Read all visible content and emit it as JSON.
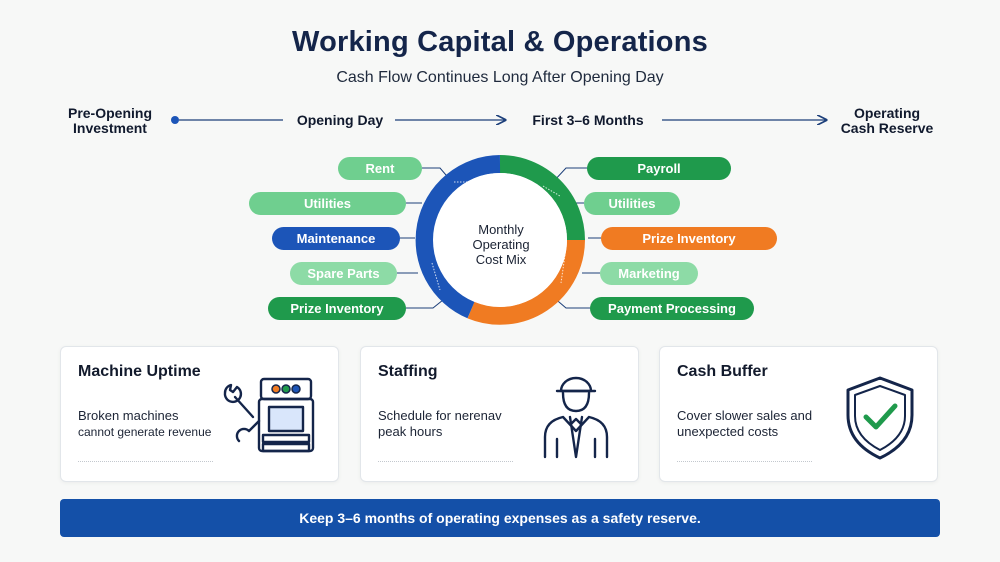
{
  "header": {
    "title": "Working Capital & Operations",
    "subtitle": "Cash Flow Continues Long After Opening Day"
  },
  "timeline": {
    "step1": "Pre-Opening Investment",
    "step1_line1": "Pre-Opening",
    "step1_line2": "Investment",
    "step2": "Opening Day",
    "step3": "First 3–6 Months",
    "step4_line1": "Operating",
    "step4_line2": "Cash Reserve"
  },
  "cost_mix": {
    "center_line1": "Monthly",
    "center_line2": "Operating",
    "center_line3": "Cost Mix",
    "left_items": [
      "Rent",
      "Utilities",
      "Maintenance",
      "Spare Parts",
      "Prize Inventory"
    ],
    "right_items": [
      "Payroll",
      "Utilities",
      "Prize Inventory",
      "Marketing",
      "Payment Processing"
    ]
  },
  "cards": [
    {
      "title": "Machine Uptime",
      "line1": "Broken machines",
      "line2": "cannot generate revenue",
      "icon": "arcade-machine-wrench-icon"
    },
    {
      "title": "Staffing",
      "line1": "Schedule for nerenav",
      "line2": "peak hours",
      "icon": "staff-worker-icon"
    },
    {
      "title": "Cash Buffer",
      "line1": "Cover slower sales and",
      "line2": "unexpected costs",
      "icon": "shield-check-icon"
    }
  ],
  "banner": "Keep 3–6 months of operating expenses as a safety reserve.",
  "colors": {
    "navy": "#14254a",
    "blue": "#1c55b8",
    "green": "#1f9a4c",
    "light_green": "#6fcf8f",
    "orange": "#f07b22",
    "banner": "#1450a8"
  }
}
